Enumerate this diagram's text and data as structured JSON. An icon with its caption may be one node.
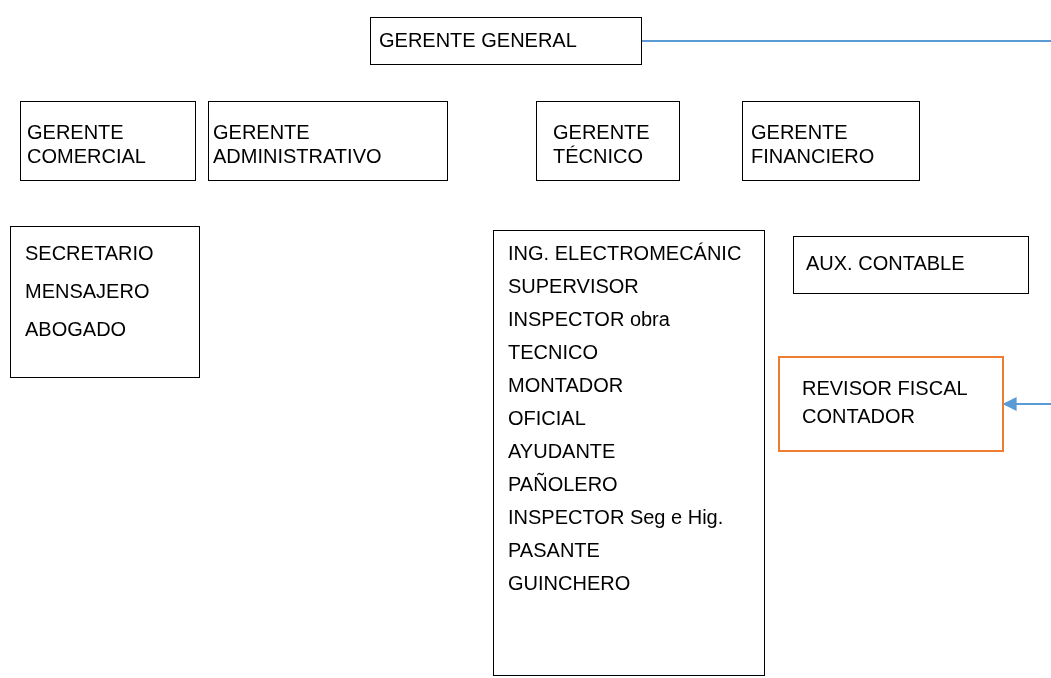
{
  "diagram": {
    "nodes": [
      {
        "text": [
          "GERENTE GENERAL"
        ]
      },
      {
        "text": [
          "GERENTE COMERCIAL"
        ]
      },
      {
        "text": [
          "GERENTE ADMINISTRATIVO"
        ]
      },
      {
        "text": [
          "GERENTE TÉCNICO"
        ]
      },
      {
        "text": [
          "GERENTE FINANCIERO"
        ]
      },
      {
        "text": [
          "SECRETARIO",
          "MENSAJERO",
          "ABOGADO"
        ]
      },
      {
        "text": [
          "ING. ELECTROMECÁNIC",
          "SUPERVISOR",
          "INSPECTOR obra",
          "TECNICO",
          "MONTADOR",
          "OFICIAL",
          "AYUDANTE",
          "PAÑOLERO",
          "INSPECTOR Seg e Hig.",
          "PASANTE",
          "GUINCHERO"
        ]
      },
      {
        "text": [
          "AUX. CONTABLE"
        ]
      },
      {
        "text": [
          "REVISOR FISCAL",
          "CONTADOR"
        ]
      }
    ],
    "edges": [
      {
        "from": 0,
        "to": 8,
        "arrow": "to"
      }
    ]
  }
}
